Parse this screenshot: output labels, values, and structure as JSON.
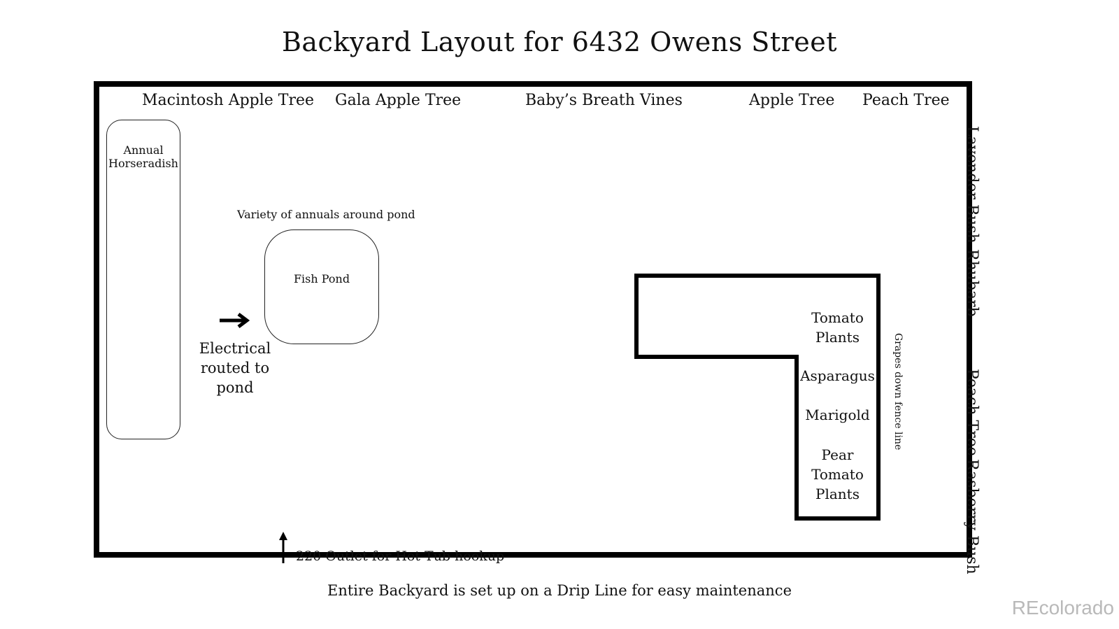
{
  "title": "Backyard Layout for 6432 Owens Street",
  "top_plants": {
    "macintosh": "Macintosh Apple Tree",
    "gala": "Gala Apple Tree",
    "babys_breath": "Baby’s Breath Vines",
    "apple": "Apple Tree",
    "peach": "Peach Tree"
  },
  "right_side": {
    "lavender": "Lavender Bush",
    "rhubarb": "Rhubarb",
    "peach": "Peach Tree",
    "rasberry": "Rasberry Bush"
  },
  "horseradish_bed": {
    "line1": "Annual",
    "line2": "Horseradish"
  },
  "pond": {
    "annuals_note": "Variety of annuals around pond",
    "label": "Fish Pond"
  },
  "electrical": {
    "line1": "Electrical",
    "line2": "routed to",
    "line3": "pond"
  },
  "garden_bed": {
    "tomato_line1": "Tomato",
    "tomato_line2": "Plants",
    "asparagus": "Asparagus",
    "marigold": "Marigold",
    "pear_line1": "Pear",
    "pear_line2": "Tomato",
    "pear_line3": "Plants"
  },
  "grapes_note": "Grapes down fence line",
  "outlet_note": "220 Outlet for Hot Tub hookup",
  "footer_note": "Entire Backyard is set up on a Drip Line for easy maintenance",
  "watermark": "REcolorado"
}
